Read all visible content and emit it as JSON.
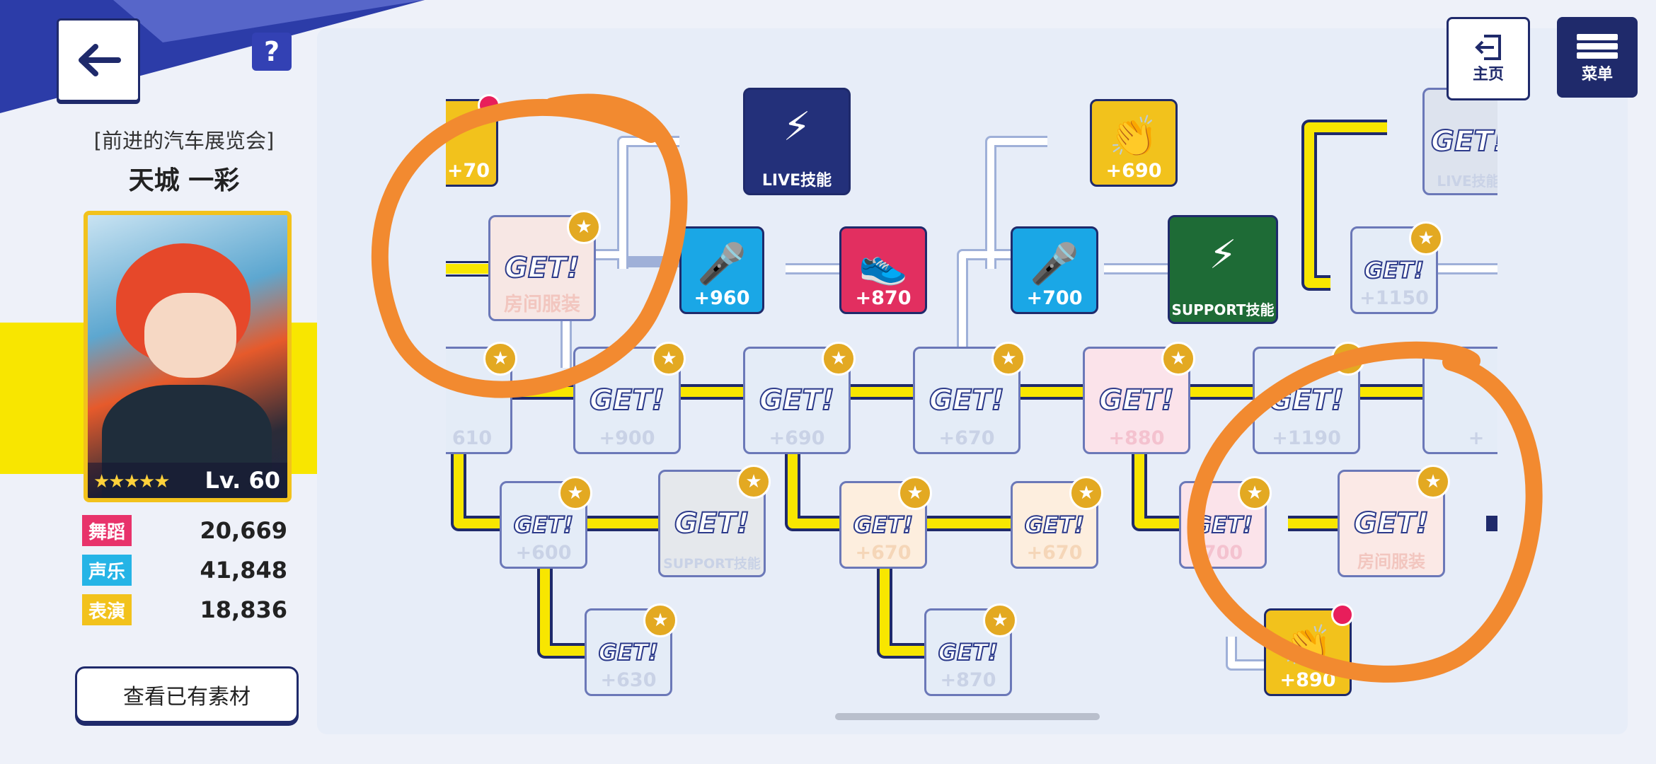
{
  "header": {
    "back_icon": "arrow-left-icon",
    "help_label": "?"
  },
  "character": {
    "event_name": "[前进的汽车展览会]",
    "name": "天城 一彩",
    "level": "Lv. 60",
    "stars": "★★★★★"
  },
  "stats": [
    {
      "label": "舞蹈",
      "value": "20,669",
      "color": "#e8336b"
    },
    {
      "label": "声乐",
      "value": "41,848",
      "color": "#25b4e6"
    },
    {
      "label": "表演",
      "value": "18,836",
      "color": "#f2c21c"
    }
  ],
  "view_materials_label": "查看已有素材",
  "nav": {
    "home_label": "主页",
    "menu_label": "菜单"
  },
  "tiles": {
    "get": "GET!",
    "t1": "+70",
    "t2": "房间服装",
    "t3": "LIVE技能",
    "t4": "+960",
    "t5": "+870",
    "t6": "+690",
    "t7": "+700",
    "t8": "SUPPORT技能",
    "t9": "LIVE技能",
    "t10": "+1150",
    "r1": "610",
    "r2": "+900",
    "r3": "+690",
    "r4": "+670",
    "r5": "+880",
    "r6": "+1190",
    "r7": "+",
    "s1": "+600",
    "s2": "SUPPORT技能",
    "s3": "+670",
    "s4": "+670",
    "s5": "700",
    "s6": "房间服装",
    "b1": "+630",
    "b2": "+870",
    "b3": "+890"
  },
  "colors": {
    "accent_navy": "#1f2a6b",
    "path_yellow": "#f8e600",
    "annotation_orange": "#f28a30"
  }
}
